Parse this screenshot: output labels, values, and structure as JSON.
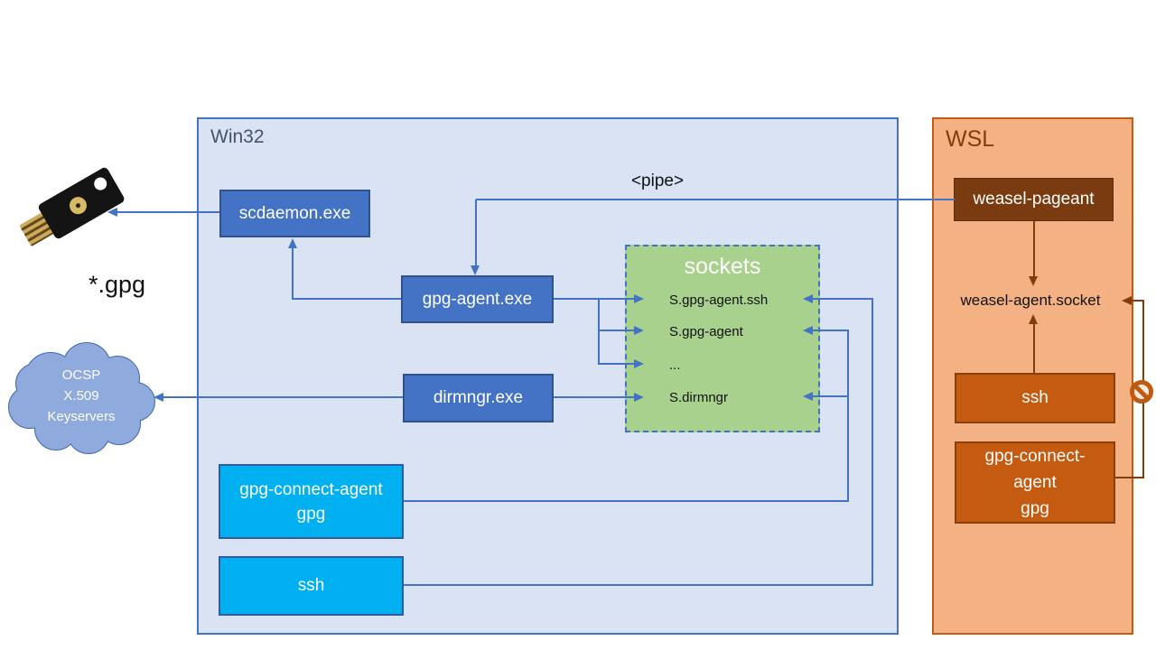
{
  "diagram": {
    "pipe_label": "<pipe>",
    "left": {
      "gpg_files_label": "*.gpg",
      "cloud": {
        "line1": "OCSP",
        "line2": "X.509",
        "line3": "Keyservers"
      }
    },
    "win32": {
      "label": "Win32",
      "scdaemon": "scdaemon.exe",
      "gpg_agent": "gpg-agent.exe",
      "dirmngr": "dirmngr.exe",
      "gpg_connect": {
        "line1": "gpg-connect-agent",
        "line2": "gpg"
      },
      "ssh": "ssh"
    },
    "sockets": {
      "title": "sockets",
      "item1": "S.gpg-agent.ssh",
      "item2": "S.gpg-agent",
      "item3": "...",
      "item4": "S.dirmngr"
    },
    "wsl": {
      "label": "WSL",
      "weasel_pageant": "weasel-pageant",
      "weasel_socket": "weasel-agent.socket",
      "ssh": "ssh",
      "gpg_connect": {
        "line1": "gpg-connect-",
        "line2": "agent",
        "line3": "gpg"
      }
    },
    "colors": {
      "win32_bg": "#dae3f3",
      "win32_border": "#4472c4",
      "process_blue": "#4472c4",
      "process_blue_border": "#2f528f",
      "client_cyan": "#00b0f0",
      "sockets_green": "#a9d18e",
      "wsl_bg": "#f4b183",
      "wsl_border": "#c55a11",
      "wsl_box_orange": "#c55a11",
      "wsl_box_dark_brown": "#7a3b10",
      "cloud_fill": "#8faadc",
      "arrow_blue": "#4472c4",
      "arrow_brown": "#843c0c"
    }
  }
}
